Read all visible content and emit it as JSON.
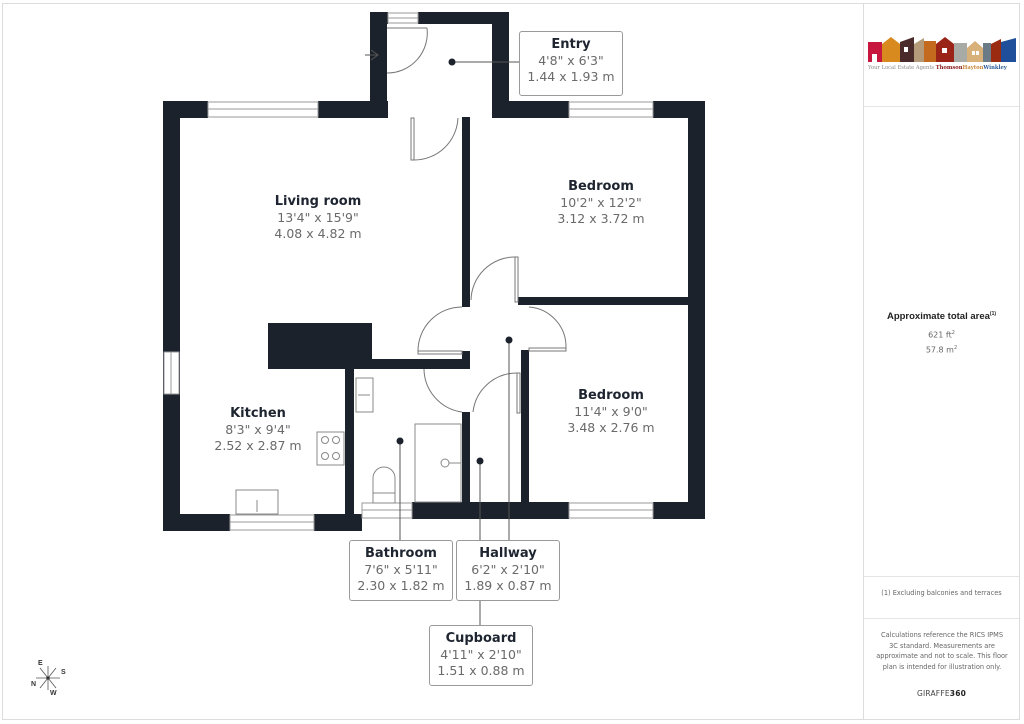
{
  "plan": {
    "wall_color": "#1c222c",
    "rooms": [
      {
        "id": "entry",
        "name": "Entry",
        "imperial": "4'8\" x 6'3\"",
        "metric": "1.44 x 1.93 m"
      },
      {
        "id": "living",
        "name": "Living room",
        "imperial": "13'4\" x 15'9\"",
        "metric": "4.08 x 4.82 m"
      },
      {
        "id": "bedroom1",
        "name": "Bedroom",
        "imperial": "10'2\" x 12'2\"",
        "metric": "3.12 x 3.72 m"
      },
      {
        "id": "kitchen",
        "name": "Kitchen",
        "imperial": "8'3\" x 9'4\"",
        "metric": "2.52 x 2.87 m"
      },
      {
        "id": "bedroom2",
        "name": "Bedroom",
        "imperial": "11'4\" x 9'0\"",
        "metric": "3.48 x 2.76 m"
      },
      {
        "id": "bathroom",
        "name": "Bathroom",
        "imperial": "7'6\" x 5'11\"",
        "metric": "2.30 x 1.82 m"
      },
      {
        "id": "hallway",
        "name": "Hallway",
        "imperial": "6'2\" x 2'10\"",
        "metric": "1.89 x 0.87 m"
      },
      {
        "id": "cupboard",
        "name": "Cupboard",
        "imperial": "4'11\" x 2'10\"",
        "metric": "1.51 x 0.88 m"
      }
    ],
    "compass": {
      "n": "N",
      "e": "E",
      "s": "S",
      "w": "W"
    }
  },
  "sidebar": {
    "logo": {
      "tagline": "Your Local Estate Agents",
      "brand_parts": [
        "Thomson",
        "Hayton",
        "Winkley"
      ],
      "house_colors": [
        "#c8173f",
        "#d98a1e",
        "#4a2a2a",
        "#b59a7a",
        "#c46a1e",
        "#9a2418",
        "#a8aaa6",
        "#d8b07a",
        "#6a7a86",
        "#9a2a10",
        "#1f4f9a"
      ]
    },
    "area": {
      "title": "Approximate total area",
      "footnote_marker": "(1)",
      "imperial_value": "621 ft",
      "imperial_unit_sup": "2",
      "metric_value": "57.8 m",
      "metric_unit_sup": "2"
    },
    "footnote": "(1) Excluding balconies and terraces",
    "disclaimer": "Calculations reference the RICS IPMS 3C standard. Measurements are approximate and not to scale. This floor plan is intended for illustration only.",
    "brand_name_light": "GIRAFFE",
    "brand_name_bold": "360"
  }
}
